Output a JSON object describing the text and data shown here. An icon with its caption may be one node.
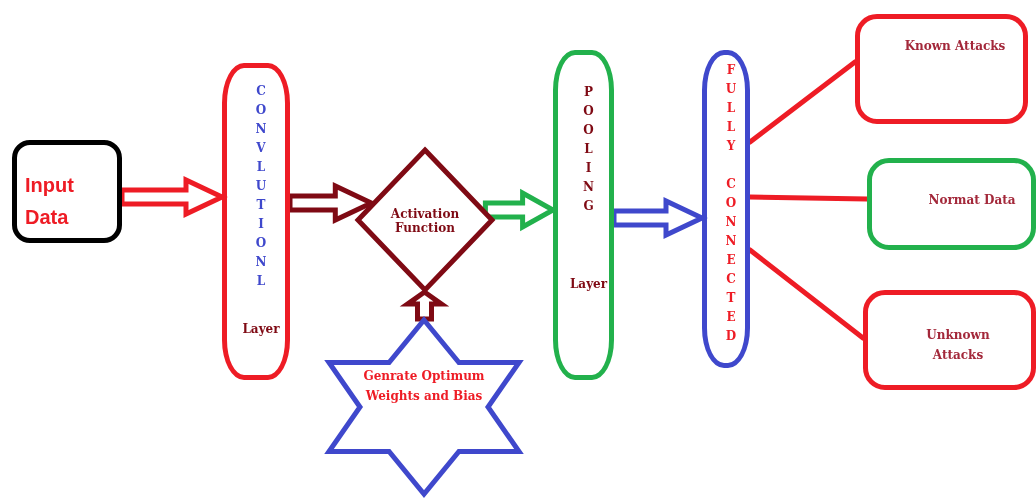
{
  "diagram": {
    "nodes": [
      {
        "text": [
          "Input Data"
        ]
      },
      {
        "text": [
          "CONVLUTIONL",
          "Layer"
        ]
      },
      {
        "text": [
          "Activation Function"
        ]
      },
      {
        "text": [
          "Genrate Optimum Weights and Bias"
        ]
      },
      {
        "text": [
          "POOLING",
          "Layer"
        ]
      },
      {
        "text": [
          "FULLY CONNECTED"
        ]
      },
      {
        "text": [
          "Known Attacks"
        ]
      },
      {
        "text": [
          "Normat Data"
        ]
      },
      {
        "text": [
          "Unknown Attacks"
        ]
      }
    ],
    "edges": [
      {
        "from": 0,
        "to": 1,
        "arrow": "to",
        "style": "thick",
        "color": "#ee1c25"
      },
      {
        "from": 1,
        "to": 2,
        "arrow": "to",
        "style": "thick",
        "color": "#7f0a14"
      },
      {
        "from": 3,
        "to": 2,
        "arrow": "to",
        "style": "thick",
        "color": "#7f0a14"
      },
      {
        "from": 2,
        "to": 4,
        "arrow": "to",
        "style": "thick",
        "color": "#22b14c"
      },
      {
        "from": 4,
        "to": 5,
        "arrow": "to",
        "style": "thick",
        "color": "#3f48cc"
      },
      {
        "from": 5,
        "to": 6,
        "arrow": "none"
      },
      {
        "from": 5,
        "to": 7,
        "arrow": "none"
      },
      {
        "from": 5,
        "to": 8,
        "arrow": "none"
      }
    ]
  }
}
